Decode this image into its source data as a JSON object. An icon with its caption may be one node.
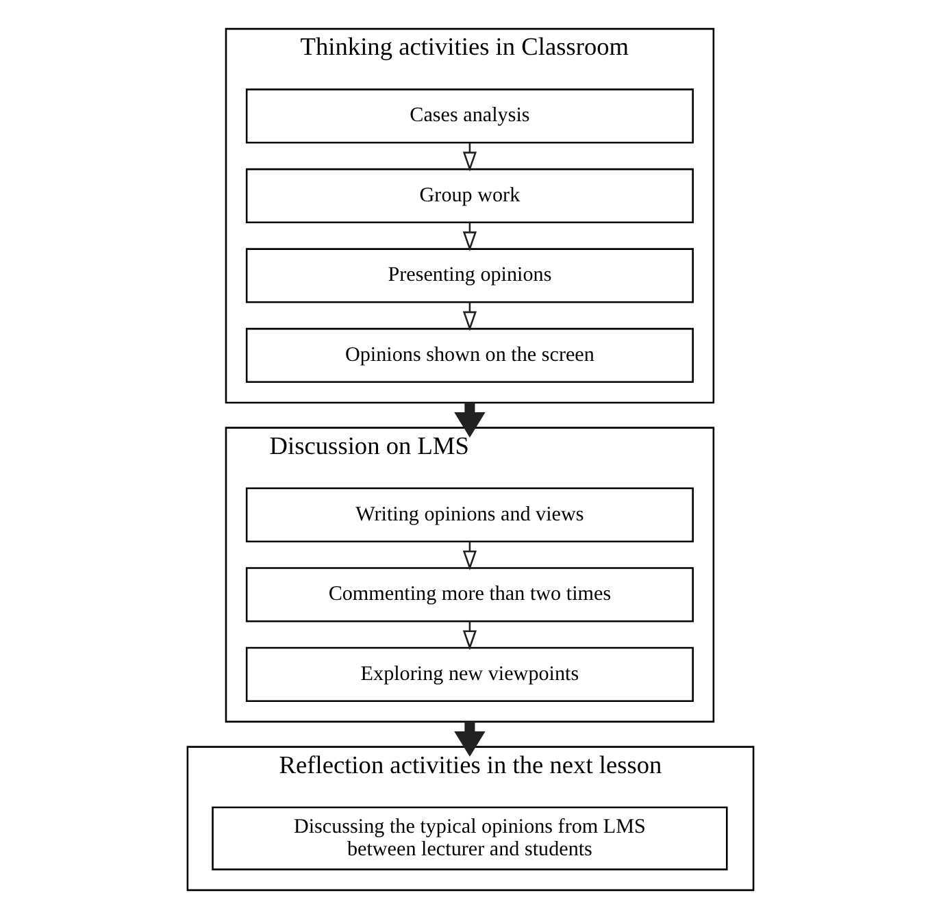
{
  "diagram": {
    "nodes": [
      {
        "text": [
          "Thinking activities in Classroom"
        ]
      },
      {
        "text": [
          "Cases analysis"
        ],
        "in": 0
      },
      {
        "text": [
          "Group work"
        ],
        "in": 0
      },
      {
        "text": [
          "Presenting opinions"
        ],
        "in": 0
      },
      {
        "text": [
          "Opinions shown on the screen"
        ],
        "in": 0
      },
      {
        "text": [
          "Discussion on LMS"
        ]
      },
      {
        "text": [
          "Writing opinions and views"
        ],
        "in": 5
      },
      {
        "text": [
          "Commenting more than two times"
        ],
        "in": 5
      },
      {
        "text": [
          "Exploring new viewpoints"
        ],
        "in": 5
      },
      {
        "text": [
          "Reflection activities in the next lesson"
        ]
      },
      {
        "text": [
          "Discussing the typical opinions from LMS between lecturer and students"
        ],
        "in": 9
      }
    ],
    "edges": [
      {
        "from": 1,
        "to": 2,
        "arrow": "to"
      },
      {
        "from": 2,
        "to": 3,
        "arrow": "to"
      },
      {
        "from": 3,
        "to": 4,
        "arrow": "to"
      },
      {
        "from": 0,
        "to": 5,
        "arrow": "to",
        "style": "thick"
      },
      {
        "from": 6,
        "to": 7,
        "arrow": "to"
      },
      {
        "from": 7,
        "to": 8,
        "arrow": "to"
      },
      {
        "from": 5,
        "to": 9,
        "arrow": "to",
        "style": "thick"
      }
    ]
  }
}
